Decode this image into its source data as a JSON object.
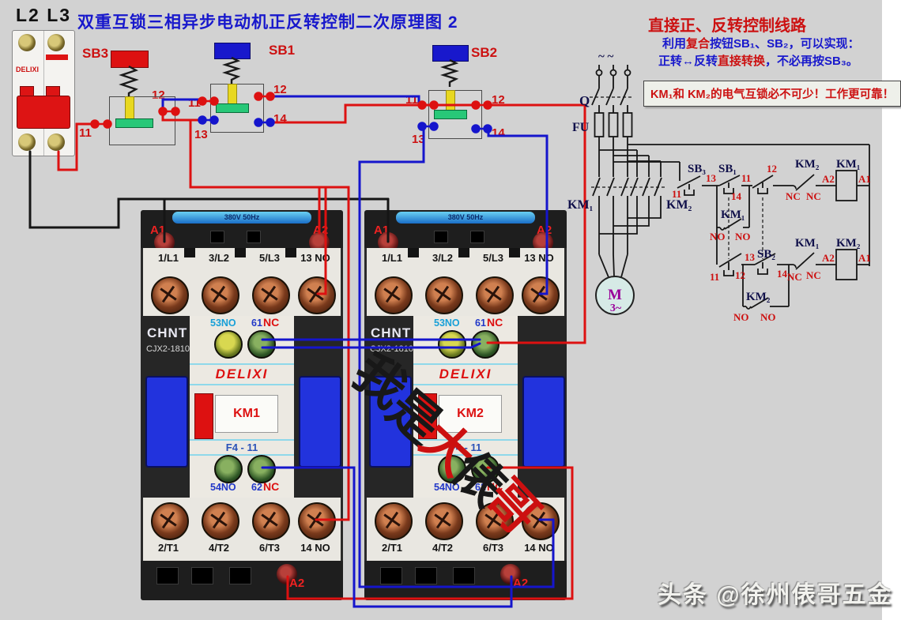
{
  "colors": {
    "background": "#d2d2d2",
    "wire_red": "#dd1111",
    "wire_blue": "#1515cc",
    "wire_black": "#151515",
    "title_blue": "#1818cc",
    "label_red": "#cc1111",
    "motor_purple": "#990099"
  },
  "title": "双重互锁三相异步电动机正反转控制二次原理图 2",
  "corner_label": "L2 L3",
  "breaker": {
    "brand": "DELIXI"
  },
  "nums": {
    "n11": "11",
    "n12": "12",
    "n13": "13",
    "n14": "14"
  },
  "buttons": [
    {
      "name": "SB3"
    },
    {
      "name": "SB1"
    },
    {
      "name": "SB2"
    }
  ],
  "contactors": [
    {
      "brand": "CHNT",
      "model": "CJX2-1810",
      "strip": "380V 50Hz",
      "a1": "A1",
      "a2": "A2",
      "delixi": "DELIXI",
      "km": "KM1",
      "aux_model": "F4 - 11",
      "t53": "53NO",
      "t61": "61",
      "t61nc": "NC",
      "t54": "54NO",
      "t62": "62",
      "t62nc": "NC",
      "main_top": [
        "1/L1",
        "3/L2",
        "5/L3",
        "13 NO"
      ],
      "main_bottom": [
        "2/T1",
        "4/T2",
        "6/T3",
        "14 NO"
      ],
      "a2_bottom": "A2"
    },
    {
      "brand": "CHNT",
      "model": "CJX2-1810",
      "strip": "380V 50Hz",
      "a1": "A1",
      "a2": "A2",
      "delixi": "DELIXI",
      "km": "KM2",
      "aux_model": "F4 - 11",
      "t53": "53NO",
      "t61": "61",
      "t61nc": "NC",
      "t54": "54NO",
      "t62": "62",
      "t62nc": "NC",
      "main_top": [
        "1/L1",
        "3/L2",
        "5/L3",
        "13 NO"
      ],
      "main_bottom": [
        "2/T1",
        "4/T2",
        "6/T3",
        "14 NO"
      ],
      "a2_bottom": "A2"
    }
  ],
  "schematic": {
    "tildes": "~  ~",
    "q": "Q",
    "fu": "FU",
    "km1": "KM₁",
    "km2": "KM₂",
    "sb1": "SB₁",
    "sb2": "SB₂",
    "sb3": "SB₃",
    "motor_m": "M",
    "motor_ph": "3~",
    "a1": "A1",
    "a2": "A2",
    "nc": "NC",
    "no": "NO"
  },
  "info": {
    "heading": "直接正、反转控制线路",
    "line1_pre": "利用",
    "line1_red": "复合",
    "line1_post": "按钮SB₁、SB₂，可以实现：",
    "line2_pre": "正转↔反转",
    "line2_red": "直接转换",
    "line2_post": "，不必再按SB₃。",
    "note": "KM₁和 KM₂的电气互锁必不可少！工作更可靠！"
  },
  "watermarks": {
    "diag": [
      "我",
      "是",
      "大",
      "俵",
      "哥"
    ],
    "bottom": "头条 @徐州俵哥五金"
  }
}
